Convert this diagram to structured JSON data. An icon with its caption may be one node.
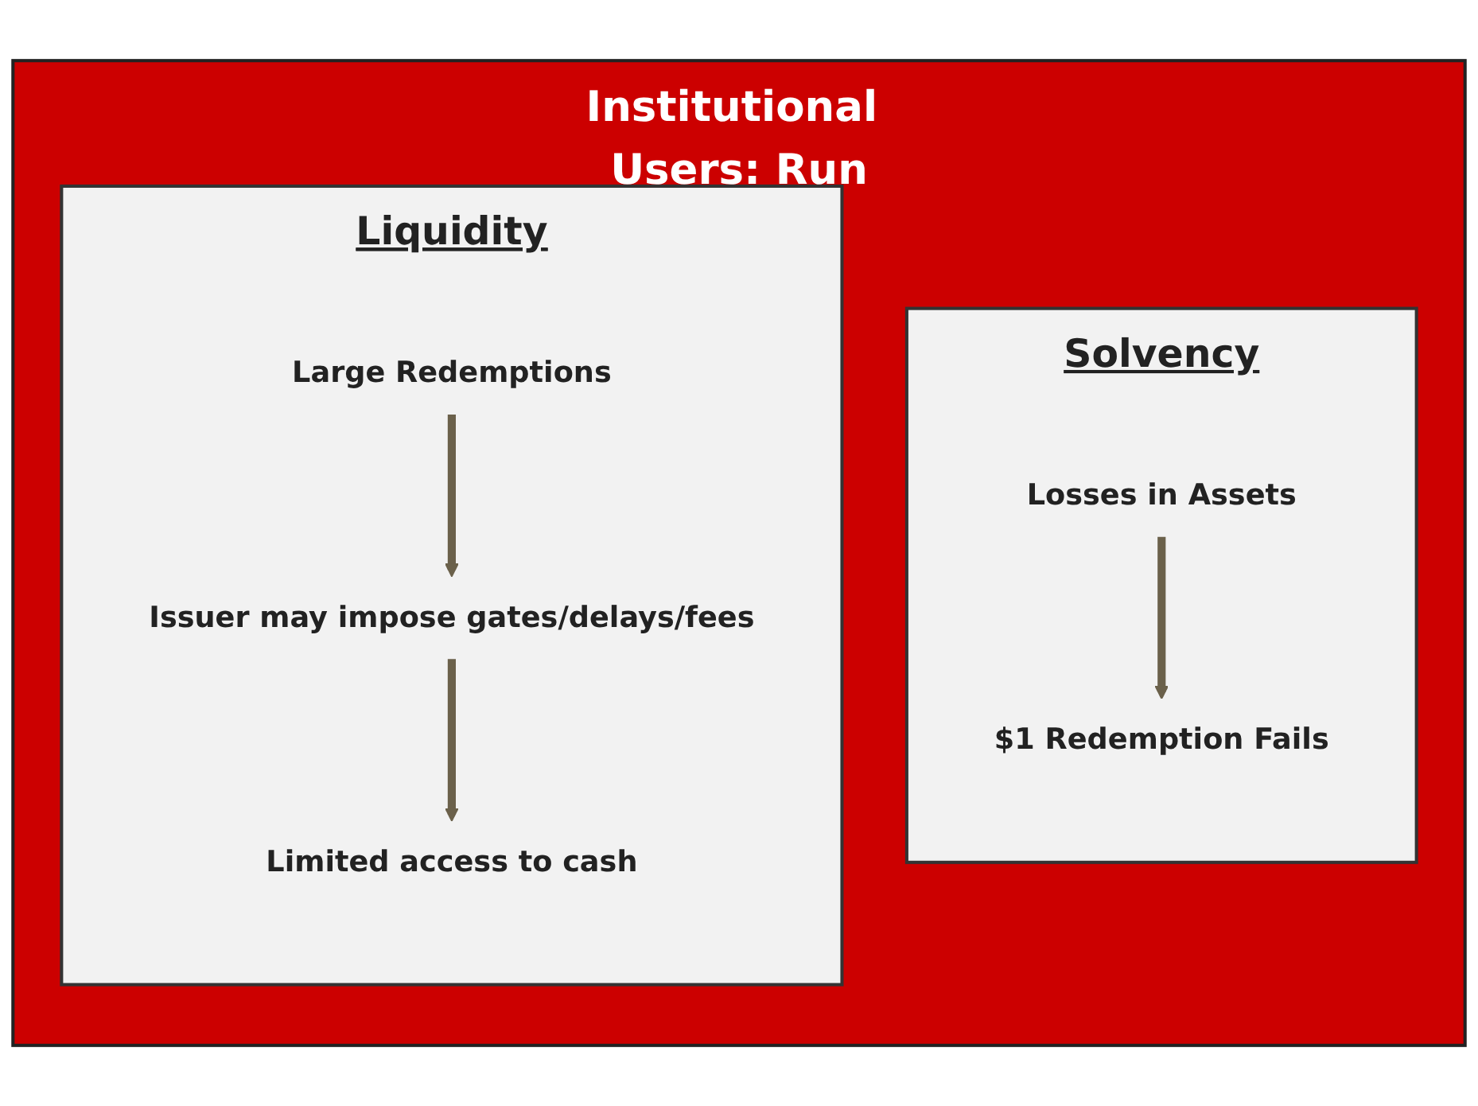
{
  "diagram": {
    "nodes": [
      {
        "text": [
          "Institutional Users: Run"
        ]
      },
      {
        "text": [
          "Solvency"
        ],
        "in": 0
      },
      {
        "text": [
          "Liquidity"
        ],
        "in": 0
      },
      {
        "text": [
          "Losses in Assets"
        ],
        "in": 1
      },
      {
        "text": [
          "$1 Redemption Fails"
        ],
        "in": 1
      },
      {
        "text": [
          "Large Redemptions"
        ],
        "in": 2
      },
      {
        "text": [
          "Issuer may impose gates/delays/fees"
        ],
        "in": 2
      },
      {
        "text": [
          "Limited access to cash"
        ],
        "in": 2
      }
    ],
    "edges": [
      {
        "from": 3,
        "to": 4,
        "arrow": "to"
      },
      {
        "from": 5,
        "to": 6,
        "arrow": "to"
      },
      {
        "from": 6,
        "to": 7,
        "arrow": "to"
      }
    ]
  }
}
